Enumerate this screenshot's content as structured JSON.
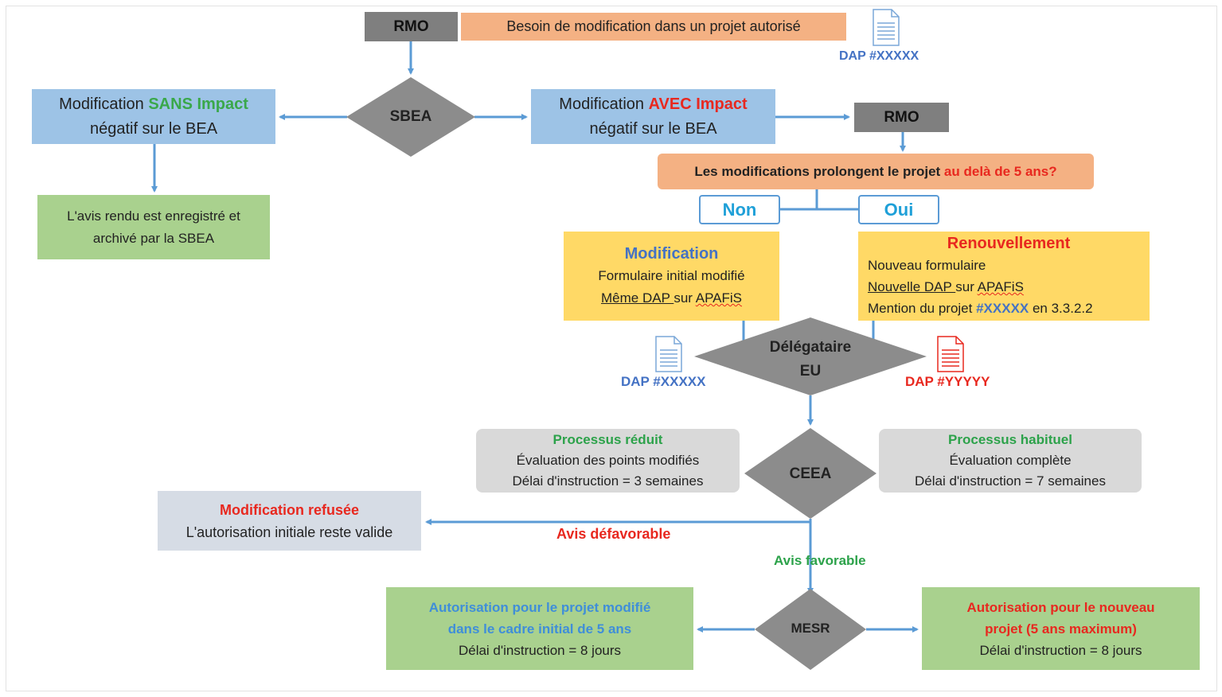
{
  "top": {
    "rmo": "RMO",
    "need": "Besoin de modification dans un projet autorisé",
    "dap_top": "DAP #XXXXX"
  },
  "sbea": "SBEA",
  "sans": {
    "pre": "Modification ",
    "emph": "SANS Impact",
    "line2": "négatif sur le BEA"
  },
  "avec": {
    "pre": "Modification ",
    "emph": "AVEC Impact",
    "line2": "négatif sur le BEA"
  },
  "avis_rendu": {
    "line1": "L'avis rendu est enregistré et",
    "line2": "archivé par la SBEA"
  },
  "rmo2": "RMO",
  "question": {
    "pre": "Les modifications prolongent le projet ",
    "emph": "au delà de 5 ans?"
  },
  "non": "Non",
  "oui": "Oui",
  "modification_box": {
    "title": "Modification",
    "line1": "Formulaire initial modifié",
    "line2_u": "Même DAP ",
    "line2_mid": "sur ",
    "line2_w": "APAFiS"
  },
  "renouvellement_box": {
    "title": "Renouvellement",
    "line1": "Nouveau formulaire",
    "line2_u": "Nouvelle DAP ",
    "line2_mid": "sur ",
    "line2_w": "APAFiS",
    "line3_pre": "Mention du projet ",
    "line3_emph": "#XXXXX",
    "line3_post": " en 3.3.2.2"
  },
  "delegataire": {
    "line1": "Délégataire",
    "line2": "EU"
  },
  "dap_left": "DAP #XXXXX",
  "dap_right": "DAP #YYYYY",
  "ceea": "CEEA",
  "reduit": {
    "title": "Processus réduit",
    "line1": "Évaluation des points modifiés",
    "line2": "Délai d'instruction = 3 semaines"
  },
  "habituel": {
    "title": "Processus habituel",
    "line1": "Évaluation complète",
    "line2": "Délai d'instruction = 7 semaines"
  },
  "refusee": {
    "title": "Modification refusée",
    "line1": "L'autorisation initiale reste valide"
  },
  "avis_defavorable": "Avis défavorable",
  "avis_favorable": "Avis favorable",
  "mesr": "MESR",
  "auth_modifie": {
    "line1": "Autorisation pour le projet modifié",
    "line2": "dans le cadre initial de 5 ans",
    "line3": "Délai d'instruction = 8 jours"
  },
  "auth_nouveau": {
    "line1": "Autorisation pour le nouveau",
    "line2": "projet (5 ans maximum)",
    "line3": "Délai d'instruction = 8 jours"
  },
  "colors": {
    "arrow": "#5b9bd5",
    "diamond": "#8c8c8c",
    "blue_box": "#9dc3e6",
    "green_box": "#a9d18e",
    "peach_box": "#f4b183",
    "yellow_box": "#ffd966",
    "gray_box": "#d9d9d9",
    "slate_box": "#d6dce5",
    "red": "#e8281f",
    "green_text": "#3aa84a"
  }
}
